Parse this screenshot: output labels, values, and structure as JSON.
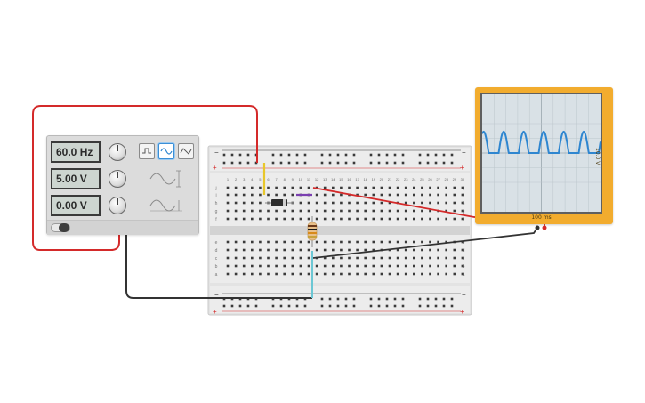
{
  "function_generator": {
    "frequency": "60.0 Hz",
    "amplitude": "5.00 V",
    "dc_offset": "0.00 V",
    "waveforms": [
      "square-wave-icon",
      "sine-wave-icon",
      "triangle-wave-icon"
    ],
    "selected_waveform": "sine",
    "power": "on"
  },
  "oscilloscope": {
    "time_per_division": "100 ms",
    "volts_per_division": "10.0 V"
  },
  "breadboard": {
    "rail_minus": "−",
    "rail_plus": "+",
    "row_letters_top": [
      "j",
      "i",
      "h",
      "g",
      "f"
    ],
    "row_letters_bottom": [
      "e",
      "d",
      "c",
      "b",
      "a"
    ],
    "column_numbers": [
      "1",
      "2",
      "3",
      "4",
      "5",
      "6",
      "7",
      "8",
      "9",
      "10",
      "11",
      "12",
      "13",
      "14",
      "15",
      "16",
      "17",
      "18",
      "19",
      "20",
      "21",
      "22",
      "23",
      "24",
      "25",
      "26",
      "27",
      "28",
      "29",
      "30"
    ]
  },
  "colors": {
    "wire_red": "#d42a2a",
    "wire_black": "#333333",
    "wire_cyan": "#6cc7d4",
    "wire_yellow": "#e8c72a",
    "wire_purple": "#7a3fb0",
    "scope_frame": "#f2ac2e",
    "trace": "#2e86d0"
  }
}
